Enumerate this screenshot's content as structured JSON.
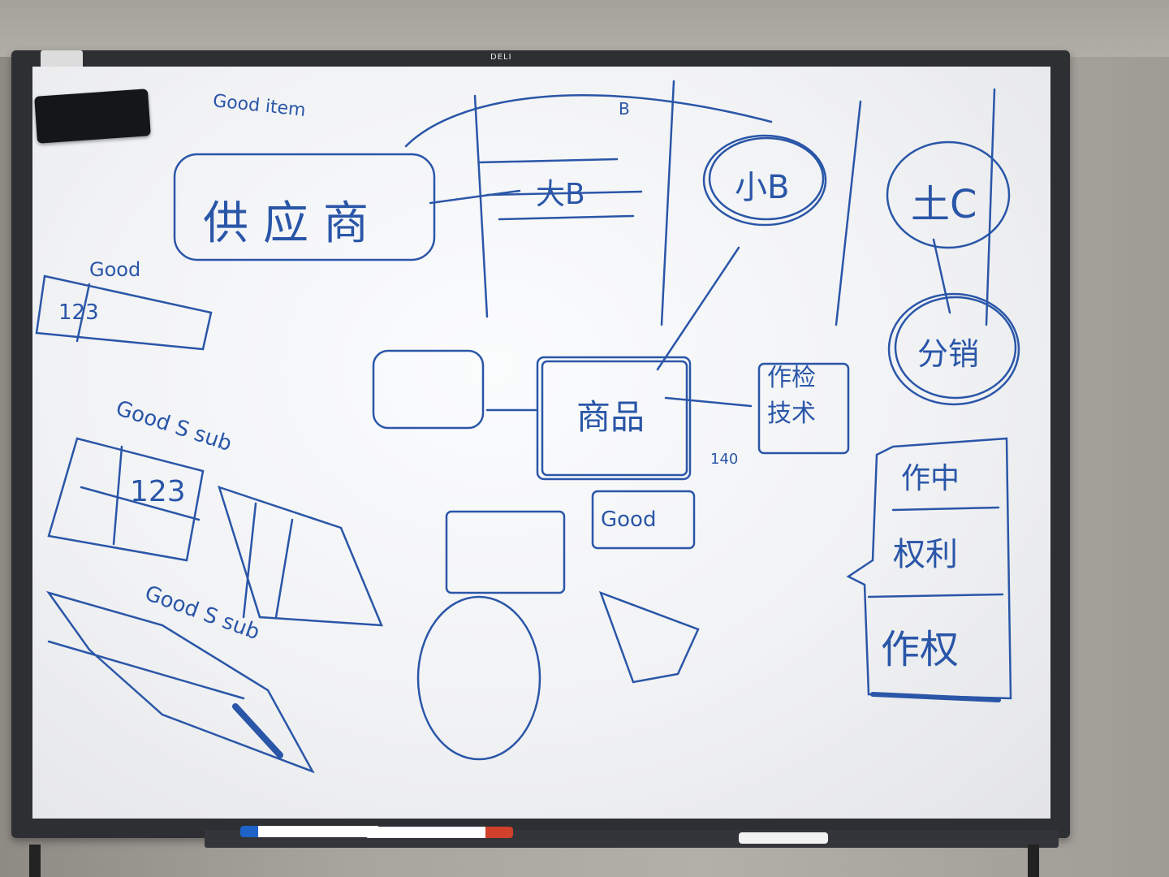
{
  "board": {
    "brand": "DELI",
    "surface_color": "#f3f4f6",
    "frame_color": "#2d2f33",
    "ink_color": "#2a56a8"
  },
  "notes": {
    "top_left": "Good item",
    "supplier": "供应商",
    "center": "商品",
    "left_tag": "Good",
    "left_num": "123",
    "center_tag": "Good",
    "side_table_1": "Good S sub",
    "side_table_2": "Good S sub",
    "side_small_num": "123",
    "right_top": "土C",
    "right_circle": "分销",
    "right_list_1": "作中",
    "right_list_2": "权利",
    "right_list_3": "作权",
    "mid_right_box": "作检 技术",
    "mid_right_small": "140",
    "stack_b": "B",
    "small_b": "小B",
    "big_b": "大B"
  },
  "markers": [
    {
      "color": "#1e63c8"
    },
    {
      "color": "#d1402b"
    },
    {
      "color": "#ffffff"
    }
  ]
}
